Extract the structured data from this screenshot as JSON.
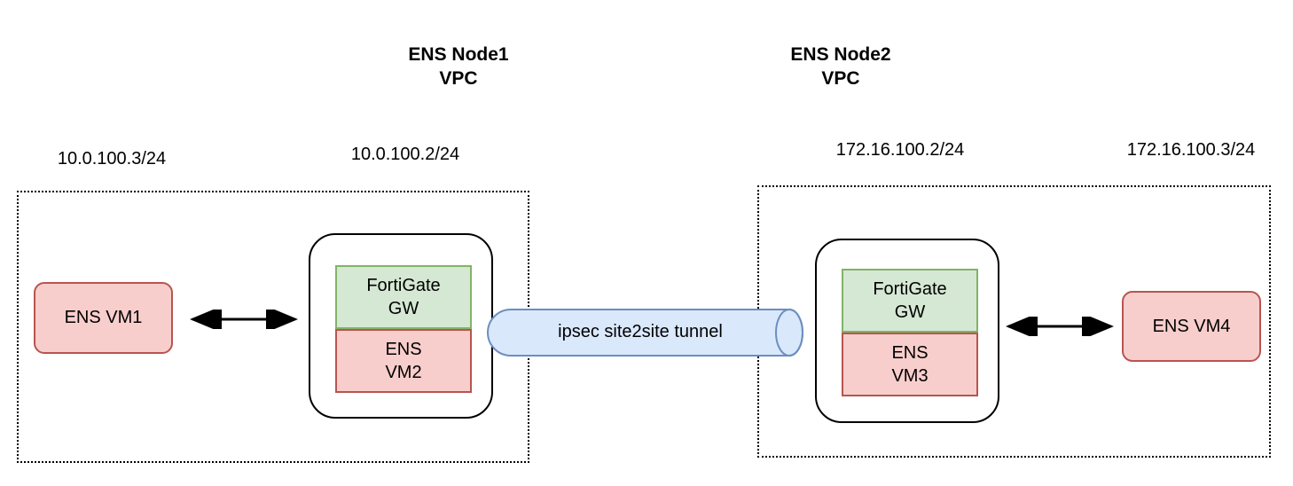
{
  "colors": {
    "pink_fill": "#F8CECC",
    "pink_stroke": "#B85450",
    "green_fill": "#D5E8D4",
    "green_stroke": "#82B366",
    "blue_fill": "#DAE8FC",
    "blue_stroke": "#6C8EBF",
    "line": "#000000"
  },
  "vpc1": {
    "title": "ENS Node1\nVPC",
    "vm1_ip": "10.0.100.3/24",
    "gw_ip": "10.0.100.2/24",
    "vm1_label": "ENS VM1",
    "gw_label": "FortiGate\nGW",
    "vm2_label": "ENS\nVM2"
  },
  "vpc2": {
    "title": "ENS Node2\nVPC",
    "gw_ip": "172.16.100.2/24",
    "vm4_ip": "172.16.100.3/24",
    "gw_label": "FortiGate\nGW",
    "vm3_label": "ENS\nVM3",
    "vm4_label": "ENS VM4"
  },
  "tunnel": {
    "label": "ipsec site2site tunnel"
  }
}
